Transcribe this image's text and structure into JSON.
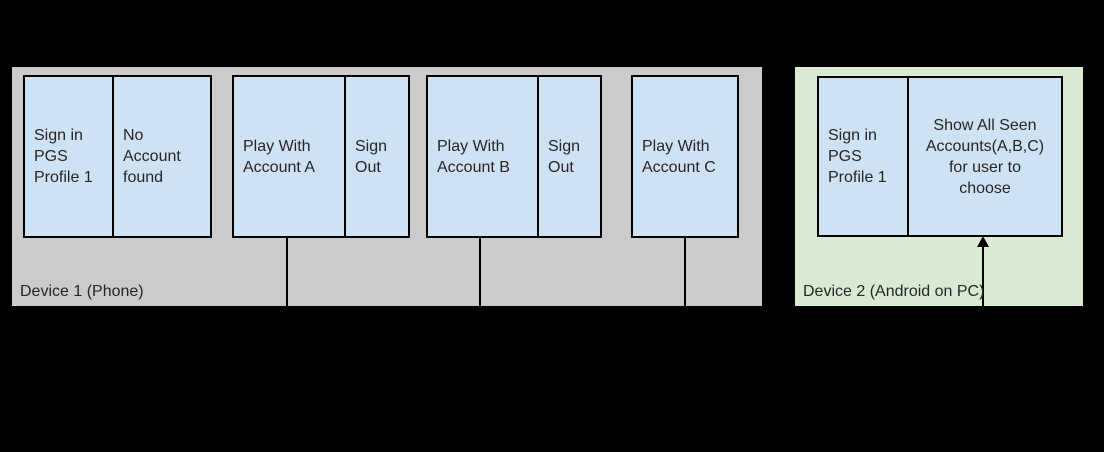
{
  "diagram": {
    "colors": {
      "page_bg": "#000000",
      "device1_fill": "#cbcbcb",
      "device2_fill": "#d9ead3",
      "box_fill": "#cfe2f3",
      "line": "#000000",
      "text": "#262626"
    },
    "device1": {
      "label": "Device 1 (Phone)",
      "boxes": [
        {
          "cells": [
            "Sign in\nPGS\nProfile 1",
            "No\nAccount\nfound"
          ]
        },
        {
          "cells": [
            "Play With\nAccount A",
            "Sign\nOut"
          ]
        },
        {
          "cells": [
            "Play With\nAccount B",
            "Sign\nOut"
          ]
        },
        {
          "cells": [
            "Play With\nAccount C"
          ]
        }
      ]
    },
    "device2": {
      "label": "Device 2 (Android on PC)",
      "boxes": [
        {
          "cells": [
            "Sign in\nPGS\nProfile 1",
            "Show All Seen\nAccounts(A,B,C)\nfor user to\nchoose"
          ]
        }
      ]
    }
  }
}
